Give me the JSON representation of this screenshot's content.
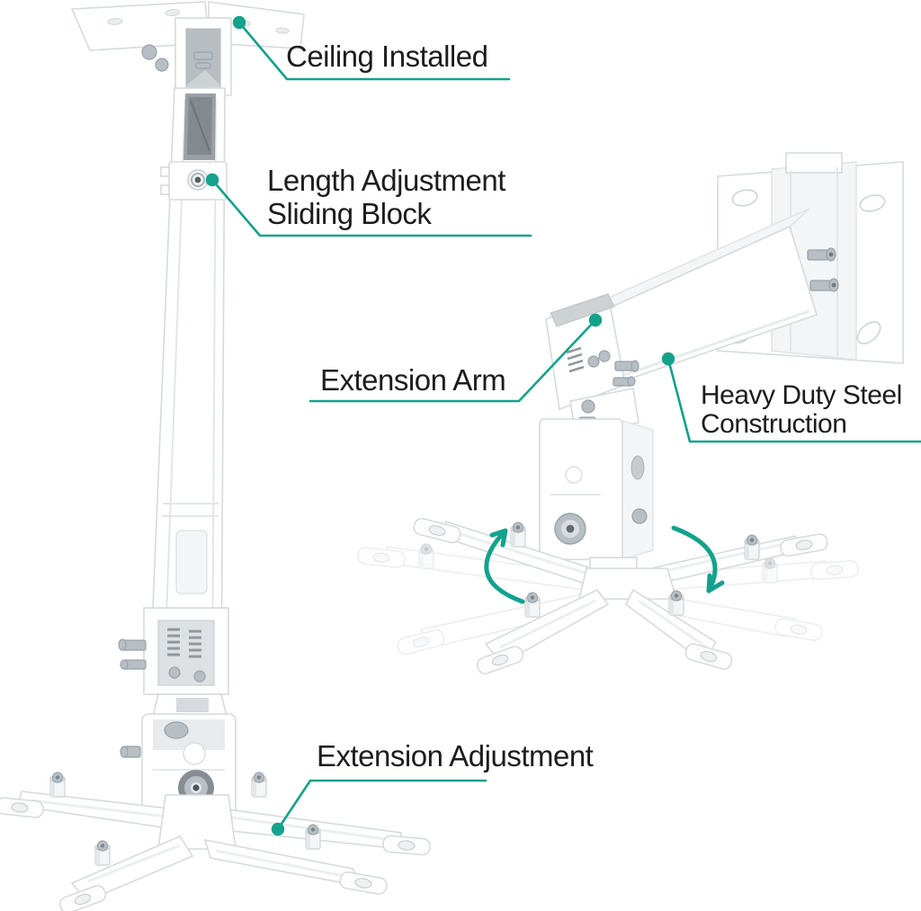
{
  "page": {
    "background_color": "#ffffff"
  },
  "style": {
    "accent_color": "#13a28c",
    "text_color": "#1d1d1f"
  },
  "annotations": {
    "ceiling_installed": {
      "label": "Ceiling Installed"
    },
    "length_adjustment_sliding_block": {
      "line1": "Length Adjustment",
      "line2": "Sliding Block"
    },
    "extension_arm": {
      "label": "Extension Arm"
    },
    "heavy_duty_steel_construction": {
      "line1": "Heavy Duty Steel",
      "line2": "Construction"
    },
    "extension_adjustment": {
      "label": "Extension Adjustment"
    }
  },
  "icons": {
    "rotate_ccw_arrow": "curved-rotation-arrow-counterclockwise",
    "rotate_cw_arrow": "curved-rotation-arrow-clockwise",
    "callout_dot": "teal-leader-line-dot"
  }
}
